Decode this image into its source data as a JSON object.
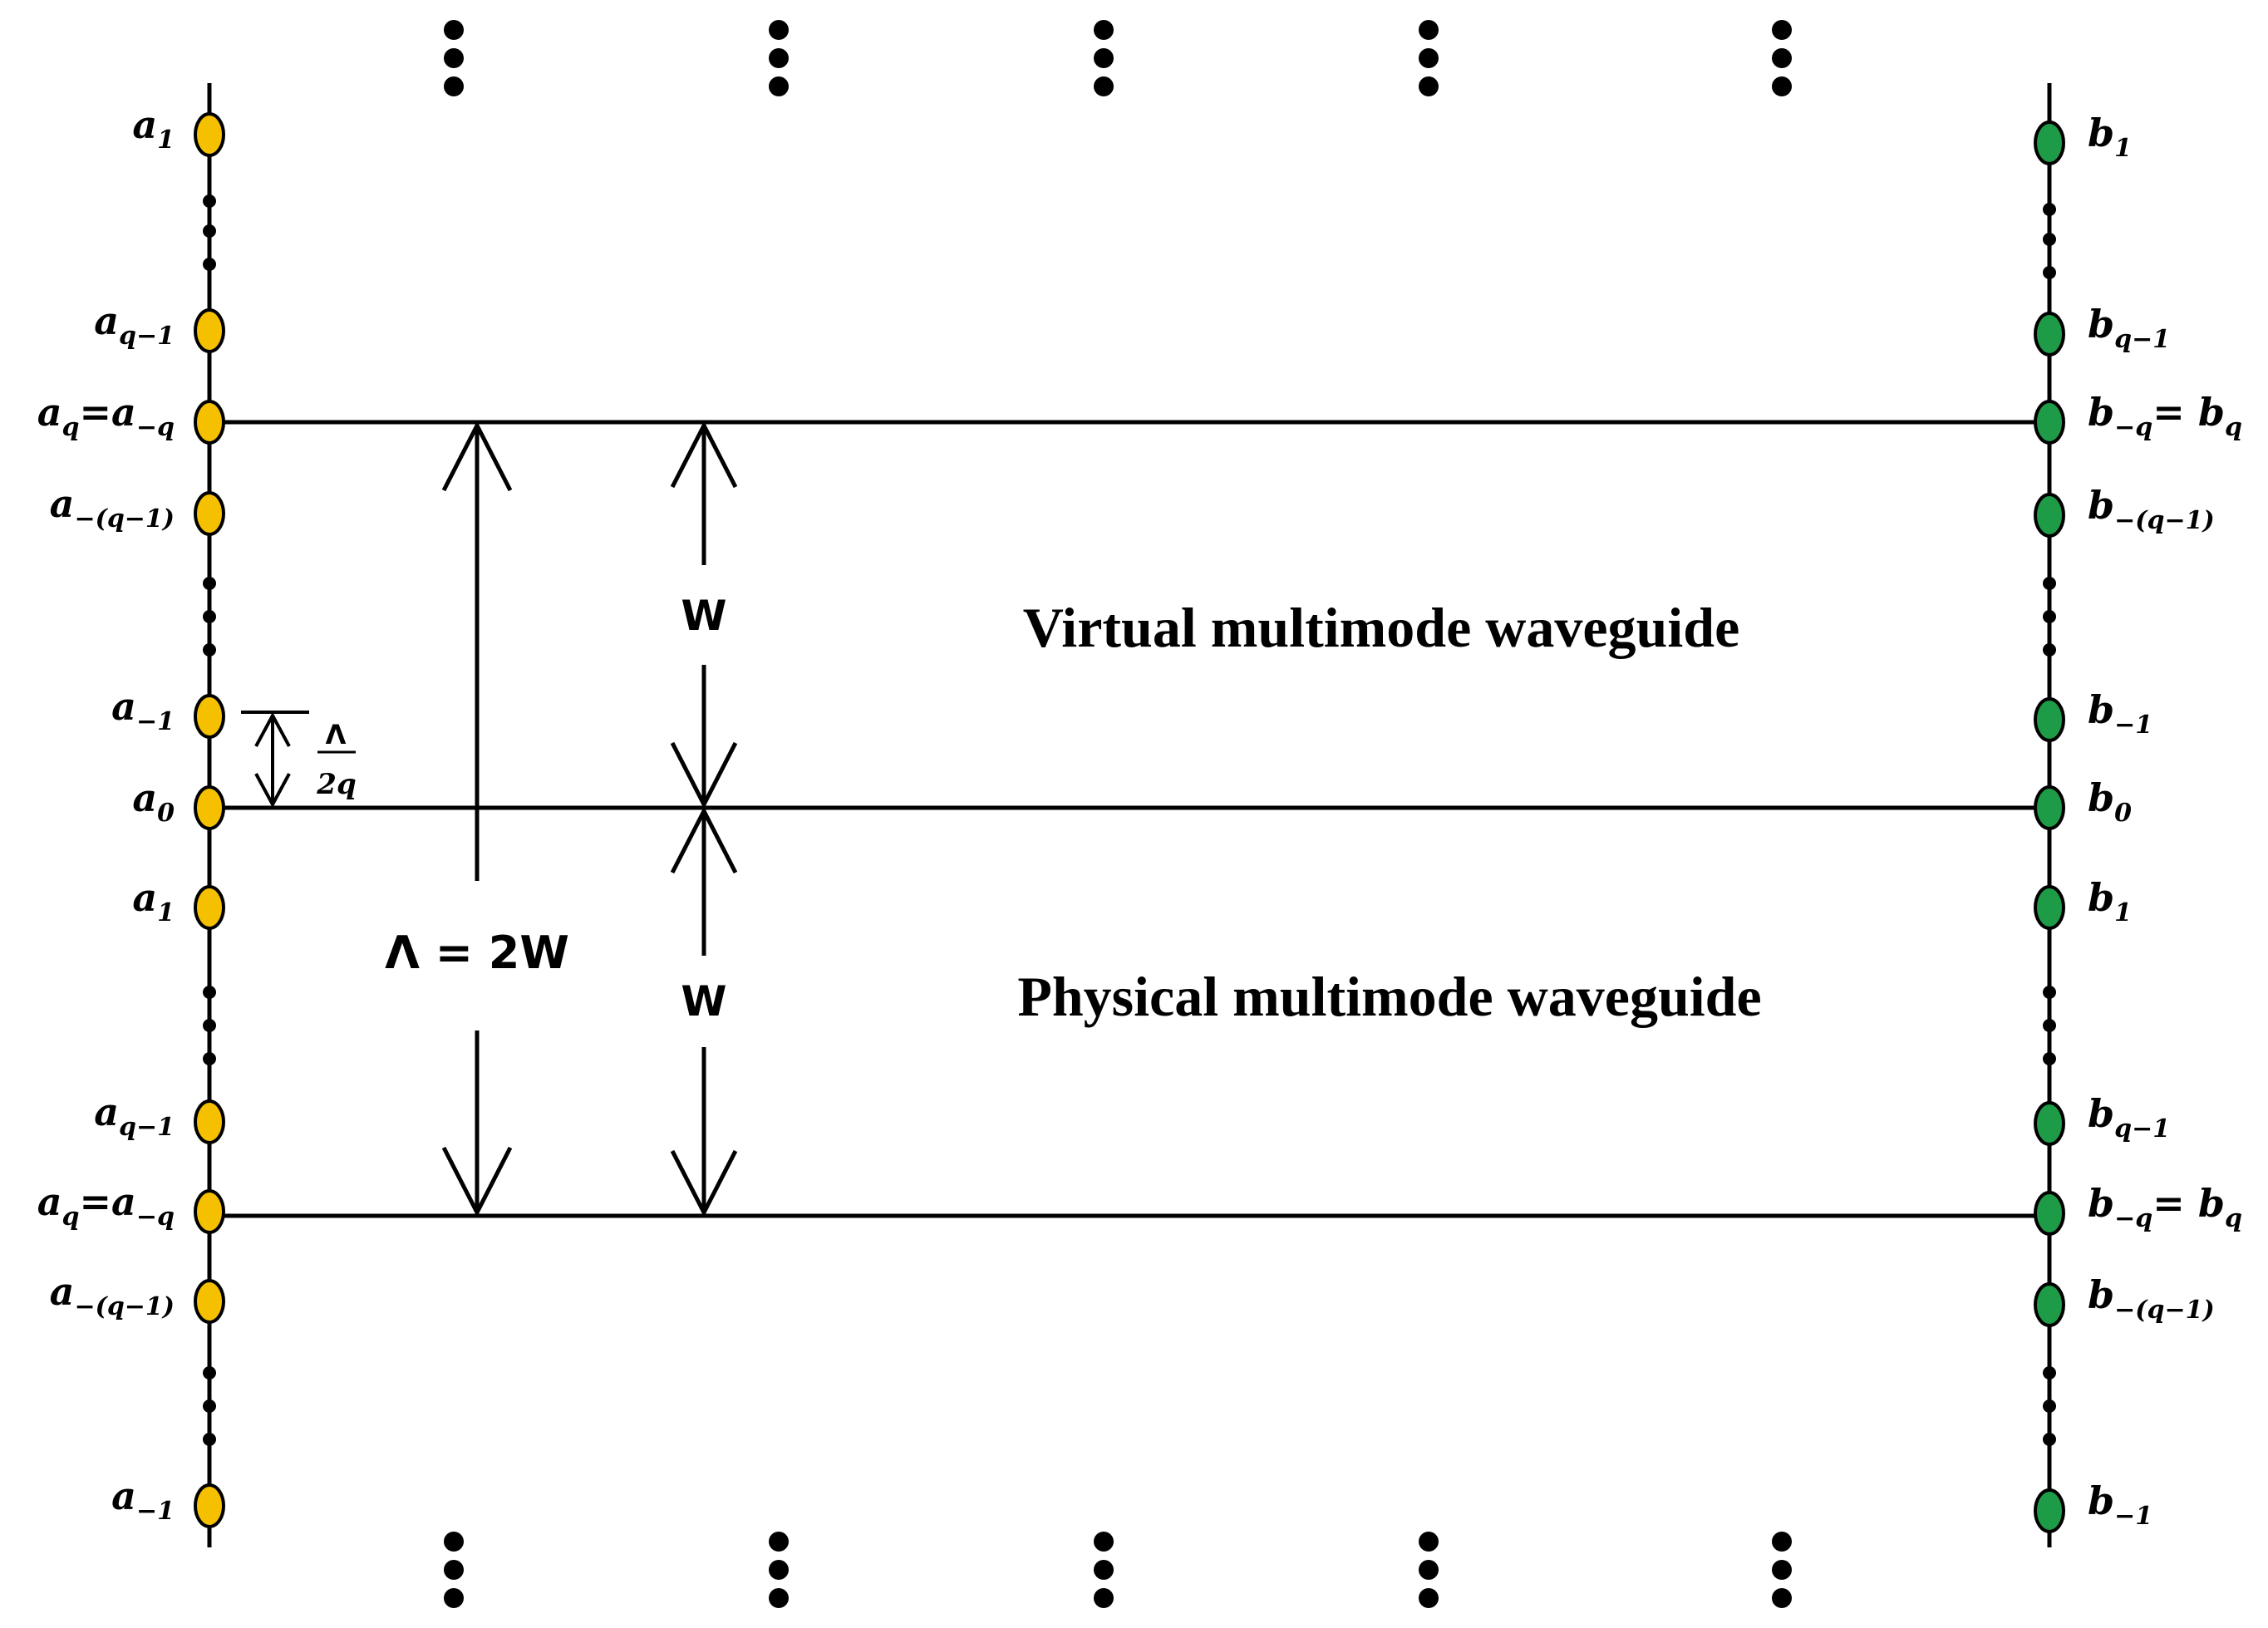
{
  "colors": {
    "left_port": "#F5C000",
    "right_port": "#1E9B46",
    "line": "#000000",
    "background": "#FFFFFF"
  },
  "titles": {
    "virtual": "Virtual multimode waveguide",
    "physical": "Physical multimode waveguide"
  },
  "dimensions": {
    "lambda_eq": "Λ = 2W",
    "w_upper": "W",
    "w_lower": "W",
    "frac_num": "Λ",
    "frac_den": "2q"
  },
  "left_ports": [
    {
      "main": "a",
      "sub": "1",
      "tail": ""
    },
    {
      "main": "a",
      "sub": "q−1",
      "tail": ""
    },
    {
      "main": "a",
      "sub": "q",
      "tail": "=a",
      "sub2": "−q"
    },
    {
      "main": "a",
      "sub": "−(q−1)",
      "tail": ""
    },
    {
      "main": "a",
      "sub": "−1",
      "tail": ""
    },
    {
      "main": "a",
      "sub": "0",
      "tail": ""
    },
    {
      "main": "a",
      "sub": "1",
      "tail": ""
    },
    {
      "main": "a",
      "sub": "q−1",
      "tail": ""
    },
    {
      "main": "a",
      "sub": "q",
      "tail": "=a",
      "sub2": "−q"
    },
    {
      "main": "a",
      "sub": "−(q−1)",
      "tail": ""
    },
    {
      "main": "a",
      "sub": "−1",
      "tail": ""
    }
  ],
  "right_ports": [
    {
      "main": "b",
      "sub": "1",
      "tail": ""
    },
    {
      "main": "b",
      "sub": "q−1",
      "tail": ""
    },
    {
      "main": "b",
      "sub": "−q",
      "tail": "= b",
      "sub2": "q"
    },
    {
      "main": "b",
      "sub": "−(q−1)",
      "tail": ""
    },
    {
      "main": "b",
      "sub": "−1",
      "tail": ""
    },
    {
      "main": "b",
      "sub": "0",
      "tail": ""
    },
    {
      "main": "b",
      "sub": "1",
      "tail": ""
    },
    {
      "main": "b",
      "sub": "q−1",
      "tail": ""
    },
    {
      "main": "b",
      "sub": "−q",
      "tail": "= b",
      "sub2": "q"
    },
    {
      "main": "b",
      "sub": "−(q−1)",
      "tail": ""
    },
    {
      "main": "b",
      "sub": "−1",
      "tail": ""
    }
  ]
}
